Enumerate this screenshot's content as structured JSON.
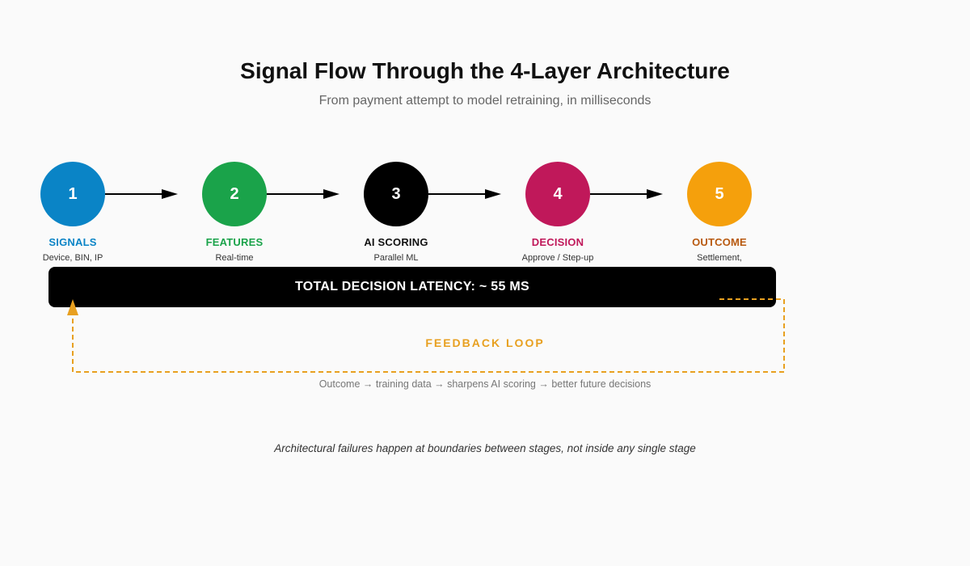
{
  "header": {
    "title": "Signal Flow Through the 4-Layer Architecture",
    "subtitle": "From payment attempt to model retraining, in milliseconds"
  },
  "stages": [
    {
      "number": "1",
      "name": "SIGNALS",
      "desc": "Device, BIN, IP",
      "color": "#0a84c6"
    },
    {
      "number": "2",
      "name": "FEATURES",
      "desc": "Real-time",
      "color": "#1aa34a"
    },
    {
      "number": "3",
      "name": "AI SCORING",
      "desc": "Parallel ML",
      "color": "#000000"
    },
    {
      "number": "4",
      "name": "DECISION",
      "desc": "Approve / Step-up",
      "color": "#c0185a"
    },
    {
      "number": "5",
      "name": "OUTCOME",
      "desc": "Settlement,",
      "color": "#f5a00c",
      "name_color": "#b85a10"
    }
  ],
  "latency": {
    "label": "TOTAL DECISION LATENCY: ~ 55 MS"
  },
  "feedback": {
    "label": "FEEDBACK LOOP",
    "description": "Outcome → training data → sharpens AI scoring → better future decisions",
    "color": "#e8a020"
  },
  "footnote": "Architectural failures happen at boundaries between stages, not inside any single stage"
}
